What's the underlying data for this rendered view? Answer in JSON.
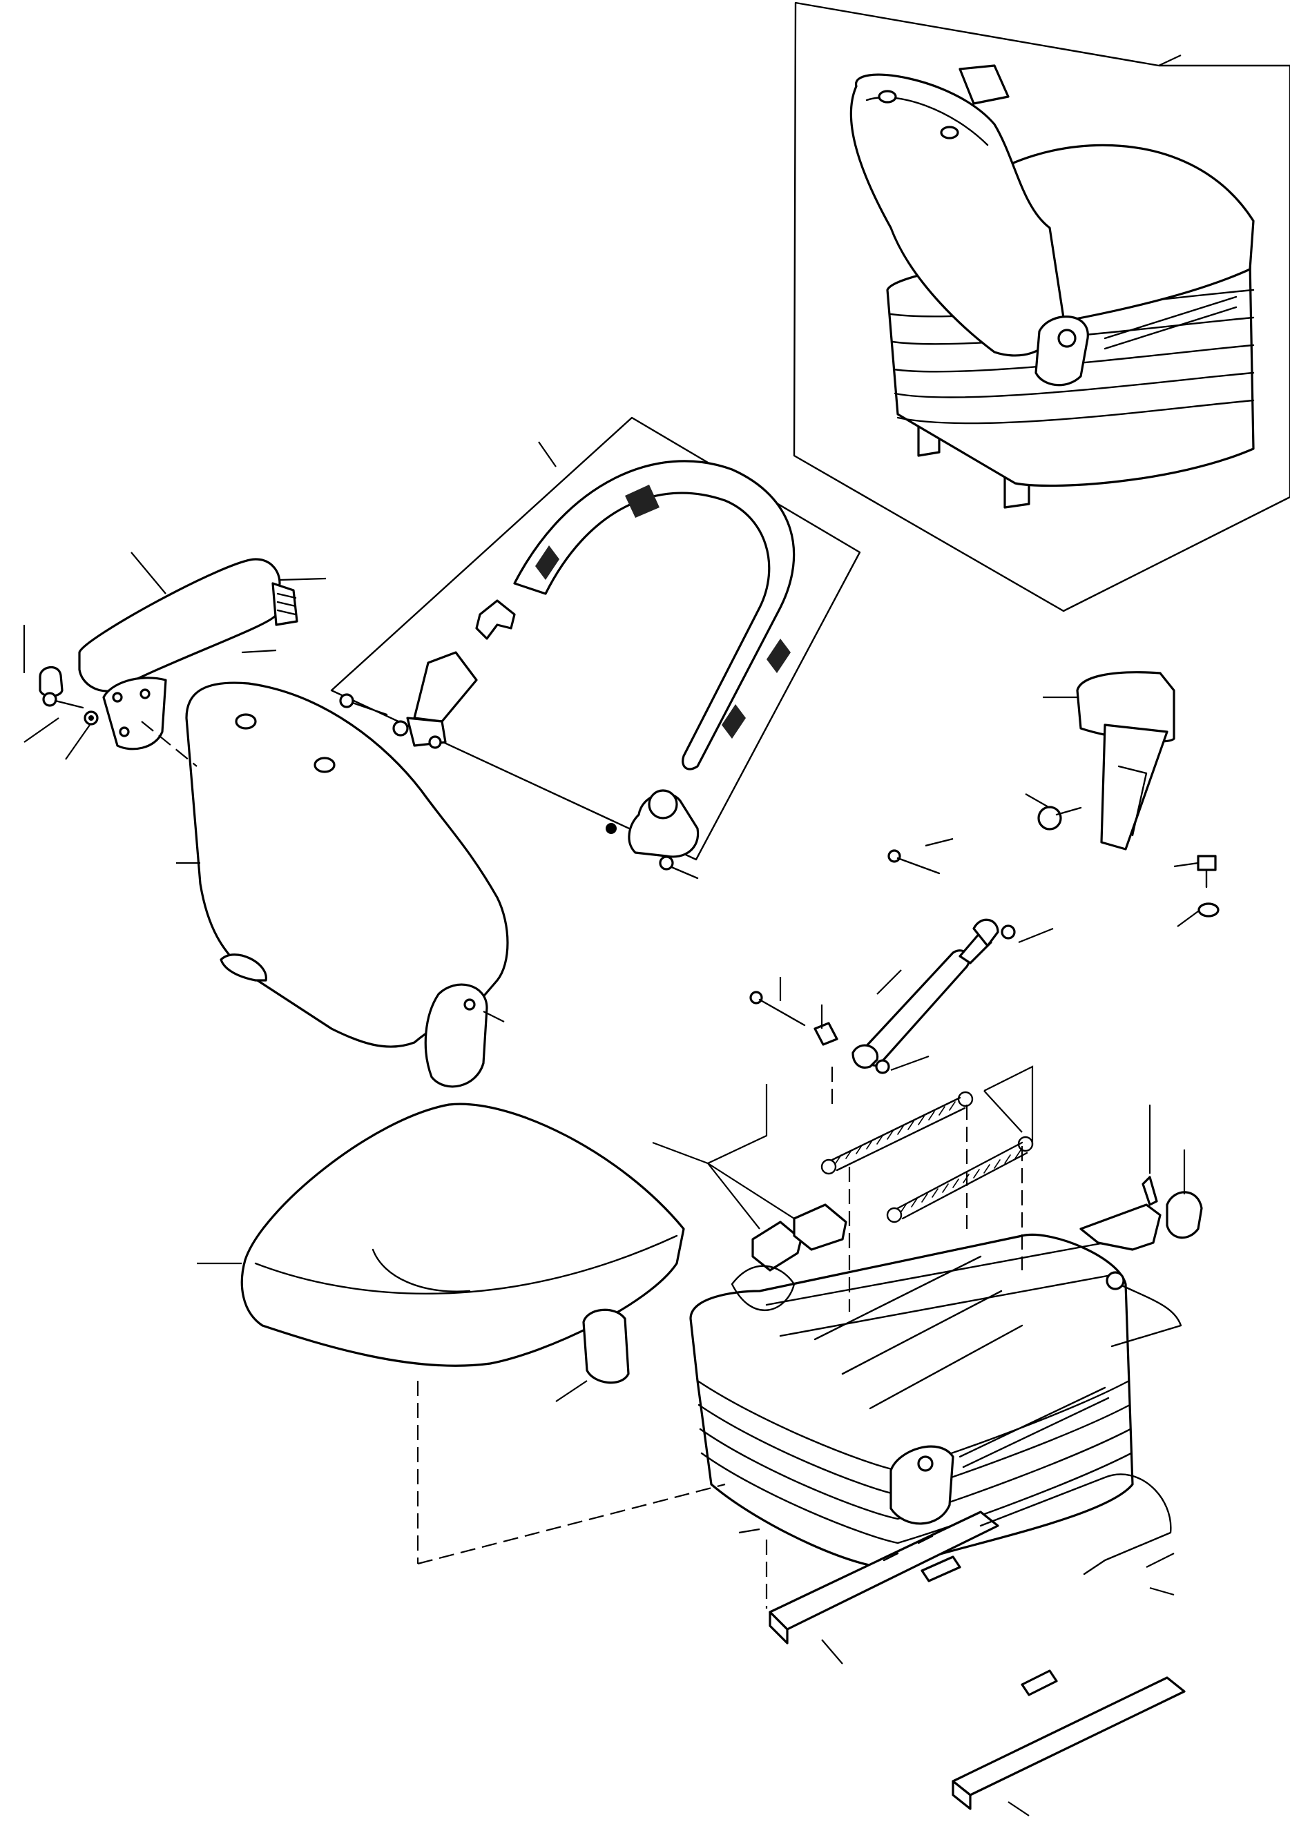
{
  "figure": {
    "type": "exploded-parts-diagram",
    "subject": "seat assembly",
    "printed_text": [],
    "callout_leaders": 46,
    "callout_numbers_shown": false
  }
}
